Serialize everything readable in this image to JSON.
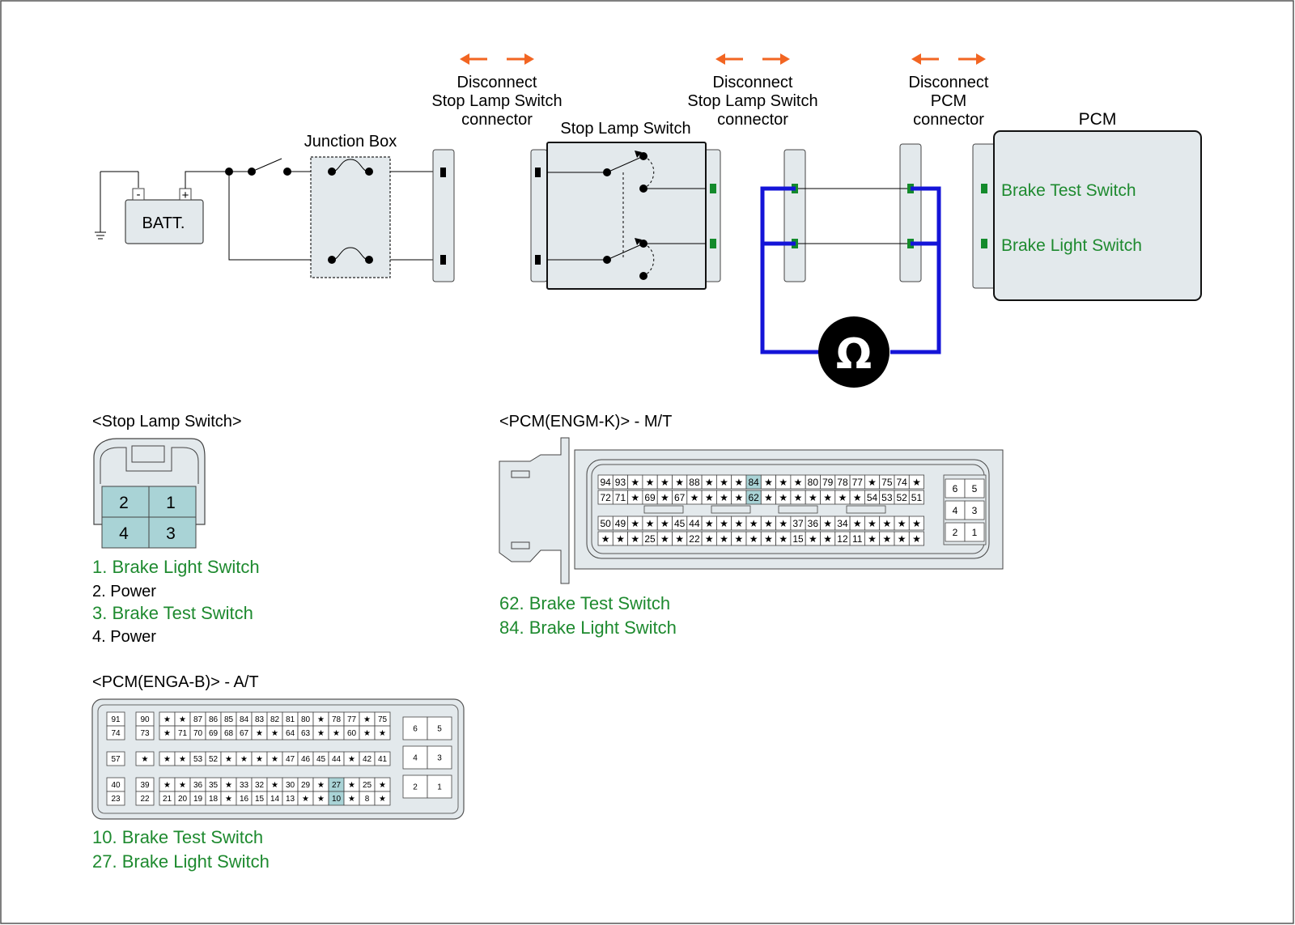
{
  "colors": {
    "background": "#ffffff",
    "wire": "#000000",
    "meter_wire": "#1414d8",
    "arrow": "#f26522",
    "pin_marker": "#138a2b",
    "highlight_green": "#1e8a2f",
    "connector_fill": "#e3e9ec",
    "connector_stroke": "#444444",
    "connector_face": "#a9d3d6",
    "pin_highlight": "#a9d3d6"
  },
  "wiring": {
    "battery_label": "BATT.",
    "battery_minus": "-",
    "battery_plus": "+",
    "junction_box_label": "Junction Box",
    "disconnect_1": [
      "Disconnect",
      "Stop Lamp Switch",
      "connector"
    ],
    "stop_lamp_switch_label": "Stop Lamp Switch",
    "disconnect_2": [
      "Disconnect",
      "Stop Lamp Switch",
      "connector"
    ],
    "disconnect_3": [
      "Disconnect",
      "PCM",
      "connector"
    ],
    "pcm_label": "PCM",
    "pcm_pin_brake_test": "Brake Test Switch",
    "pcm_pin_brake_light": "Brake Light Switch",
    "ohmmeter_symbol": "Ω"
  },
  "stop_lamp_switch_connector": {
    "title": "<Stop Lamp Switch>",
    "cells": [
      "2",
      "1",
      "4",
      "3"
    ],
    "legend": [
      {
        "text": "1. Brake Light Switch",
        "highlight": true
      },
      {
        "text": "2. Power",
        "highlight": false
      },
      {
        "text": "3. Brake Test Switch",
        "highlight": true
      },
      {
        "text": "4. Power",
        "highlight": false
      }
    ]
  },
  "pcm_at_connector": {
    "title": "<PCM(ENGA-B)> - A/T",
    "group_a": {
      "left_single": [
        [
          "91",
          "74"
        ],
        [
          "90",
          "73"
        ]
      ],
      "row1": [
        "★",
        "★",
        "87",
        "86",
        "85",
        "84",
        "83",
        "82",
        "81",
        "80",
        "★",
        "78",
        "77",
        "★",
        "75"
      ],
      "row2": [
        "★",
        "71",
        "70",
        "69",
        "68",
        "67",
        "★",
        "★",
        "64",
        "63",
        "★",
        "★",
        "60",
        "★",
        "★"
      ]
    },
    "group_b": {
      "left_single": [
        "57",
        "★"
      ],
      "row": [
        "★",
        "★",
        "53",
        "52",
        "★",
        "★",
        "★",
        "★",
        "47",
        "46",
        "45",
        "44",
        "★",
        "42",
        "41"
      ]
    },
    "group_c": {
      "left_single": [
        [
          "40",
          "23"
        ],
        [
          "39",
          "22"
        ]
      ],
      "row1": [
        "★",
        "★",
        "36",
        "35",
        "★",
        "33",
        "32",
        "★",
        "30",
        "29",
        "★",
        "27",
        "★",
        "25",
        "★"
      ],
      "row2": [
        "21",
        "20",
        "19",
        "18",
        "★",
        "16",
        "15",
        "14",
        "13",
        "★",
        "★",
        "10",
        "★",
        "8",
        "★"
      ]
    },
    "right_block": [
      [
        "6",
        "5"
      ],
      [
        "4",
        "3"
      ],
      [
        "2",
        "1"
      ]
    ],
    "highlight_pins": [
      "27",
      "10"
    ],
    "legend": [
      "10. Brake Test Switch",
      "27. Brake Light Switch"
    ]
  },
  "pcm_mt_connector": {
    "title": "<PCM(ENGM-K)> - M/T",
    "top_row1": [
      "94",
      "93",
      "★",
      "★",
      "★",
      "★",
      "88",
      "★",
      "★",
      "★",
      "84",
      "★",
      "★",
      "★",
      "80",
      "79",
      "78",
      "77",
      "★",
      "75",
      "74",
      "★"
    ],
    "top_row2": [
      "72",
      "71",
      "★",
      "69",
      "★",
      "67",
      "★",
      "★",
      "★",
      "★",
      "62",
      "★",
      "★",
      "★",
      "★",
      "★",
      "★",
      "★",
      "54",
      "53",
      "52",
      "51"
    ],
    "bottom_row1": [
      "50",
      "49",
      "★",
      "★",
      "★",
      "45",
      "44",
      "★",
      "★",
      "★",
      "★",
      "★",
      "★",
      "37",
      "36",
      "★",
      "34",
      "★",
      "★",
      "★",
      "★",
      "★"
    ],
    "bottom_row2": [
      "★",
      "★",
      "★",
      "25",
      "★",
      "★",
      "22",
      "★",
      "★",
      "★",
      "★",
      "★",
      "★",
      "15",
      "★",
      "★",
      "12",
      "11",
      "★",
      "★",
      "★",
      "★"
    ],
    "right_block": [
      [
        "6",
        "5"
      ],
      [
        "4",
        "3"
      ],
      [
        "2",
        "1"
      ]
    ],
    "highlight_pins": [
      "84",
      "62"
    ],
    "legend": [
      "62. Brake Test Switch",
      "84. Brake Light Switch"
    ]
  }
}
